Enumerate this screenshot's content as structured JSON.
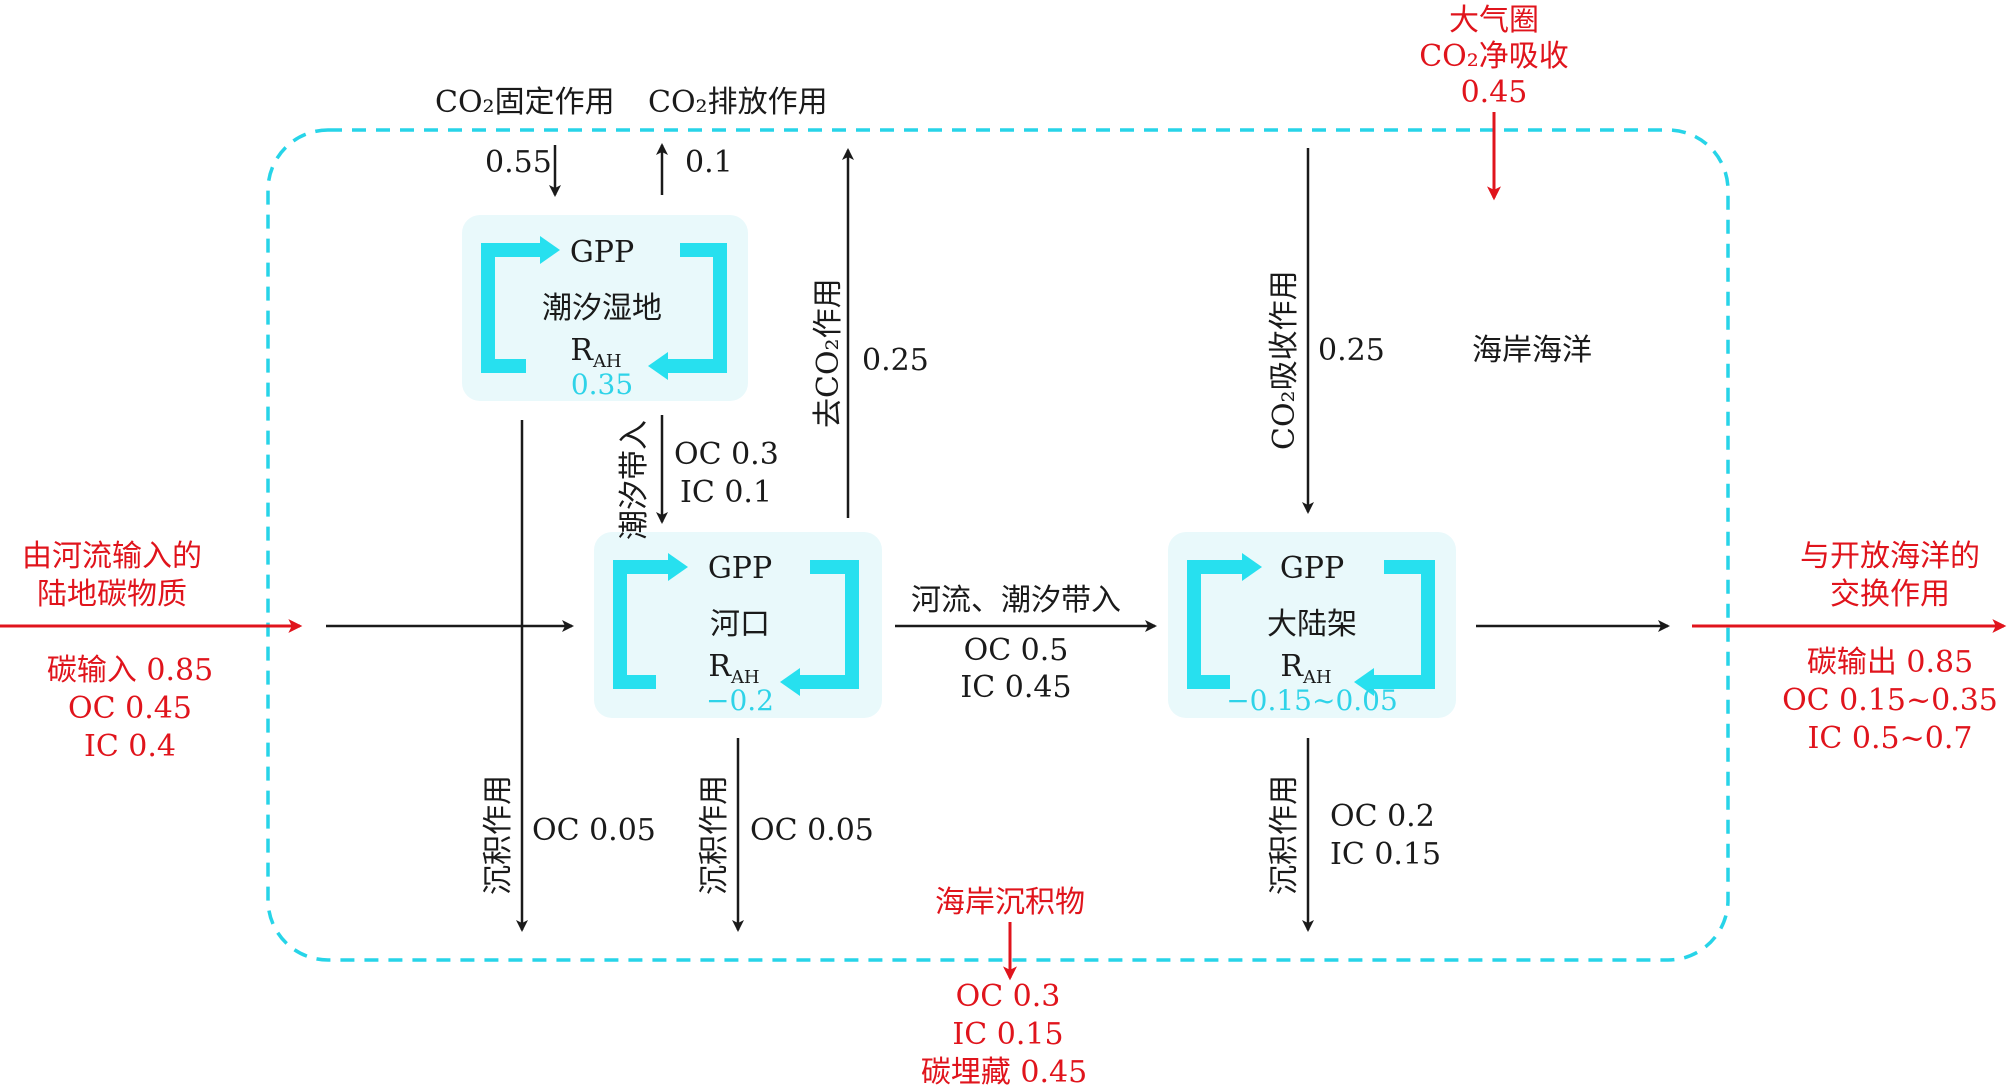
{
  "colors": {
    "accent_red": "#e0141c",
    "cyan": "#27e0ef",
    "box_fill": "#e9f9fb",
    "dash": "#27d4e8",
    "black": "#1a1a1a"
  },
  "diagram": {
    "top": {
      "fix_label": "CO₂固定作用",
      "fix_value": "0.55",
      "emit_label": "CO₂排放作用",
      "emit_value": "0.1"
    },
    "atmosphere": {
      "title": "大气圈",
      "net_label": "CO₂净吸收",
      "net_value": "0.45"
    },
    "wetland": {
      "gpp": "GPP",
      "name": "潮汐湿地",
      "rah": "R",
      "rah_sub": "AH",
      "value": "0.35"
    },
    "estuary": {
      "gpp": "GPP",
      "name": "河口",
      "rah": "R",
      "rah_sub": "AH",
      "value": "−0.2"
    },
    "shelf": {
      "gpp": "GPP",
      "name": "大陆架",
      "rah": "R",
      "rah_sub": "AH",
      "value": "−0.15~0.05"
    },
    "flows": {
      "tidal_in_label": "潮汐带入",
      "tidal_oc": "OC 0.3",
      "tidal_ic": "IC 0.1",
      "degas_label": "去CO₂作用",
      "degas_value": "0.25",
      "uptake_label": "CO₂吸收作用",
      "uptake_value": "0.25",
      "river_tidal_label": "河流、潮汐带入",
      "river_tidal_oc": "OC 0.5",
      "river_tidal_ic": "IC 0.45",
      "sed_label": "沉积作用",
      "sed_left_value": "OC 0.05",
      "sed_mid_value": "OC 0.05",
      "sed_right_oc": "OC 0.2",
      "sed_right_ic": "IC 0.15"
    },
    "coastal_ocean": "海岸海洋",
    "input": {
      "line1": "由河流输入的",
      "line2": "陆地碳物质",
      "carbon": "碳输入 0.85",
      "oc": "OC 0.45",
      "ic": "IC 0.4"
    },
    "output": {
      "line1": "与开放海洋的",
      "line2": "交换作用",
      "carbon": "碳输出 0.85",
      "oc": "OC 0.15~0.35",
      "ic": "IC 0.5~0.7"
    },
    "sediment": {
      "title": "海岸沉积物",
      "oc": "OC 0.3",
      "ic": "IC 0.15",
      "burial": "碳埋藏 0.45"
    }
  }
}
